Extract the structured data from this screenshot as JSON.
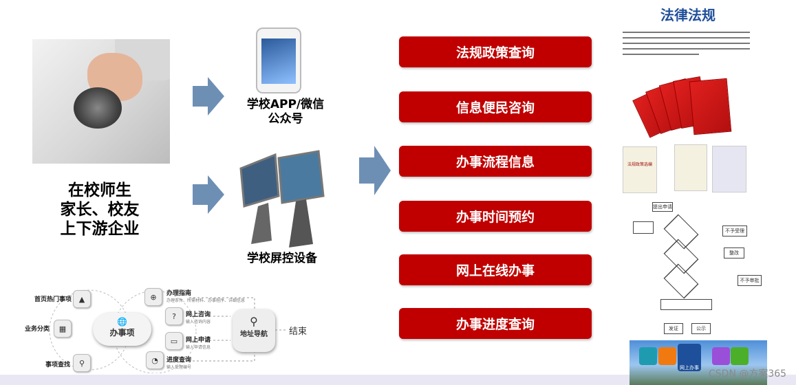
{
  "users": {
    "lines": [
      "在校师生",
      "家长、校友",
      "上下游企业"
    ]
  },
  "channels": {
    "app_label_1": "学校APP/微信",
    "app_label_2": "公众号",
    "kiosk_label": "学校屏控设备"
  },
  "services": [
    "法规政策查询",
    "信息便民咨询",
    "办事流程信息",
    "办事时间预约",
    "网上在线办事",
    "办事进度查询"
  ],
  "law_panel": {
    "title": "法律法规",
    "book_titles": [
      "法规政策选编"
    ]
  },
  "flowchart": {
    "nodes": [
      "提出申请",
      "不予受理",
      "整改",
      "不予审批",
      "发证",
      "公示"
    ]
  },
  "app_screen": {
    "main_button": "网上办事"
  },
  "diagram": {
    "center": "办事项",
    "left_items": [
      "首页热门事项",
      "业务分类",
      "事项查找"
    ],
    "right_items": [
      {
        "title": "办理指南",
        "sub": "办理条件、所需材料、办事程序、详细信息"
      },
      {
        "title": "网上咨询",
        "sub": "输入咨询内容"
      },
      {
        "title": "网上申请",
        "sub": "输入申请信息"
      },
      {
        "title": "进度查询",
        "sub": "输入受理编号"
      }
    ],
    "nav": "地址导航",
    "end": "结束"
  },
  "watermark": "CSDN @方案365",
  "colors": {
    "button_red": "#c00000",
    "arrow_blue": "#6e8fb4",
    "title_blue": "#1f4e9a"
  }
}
